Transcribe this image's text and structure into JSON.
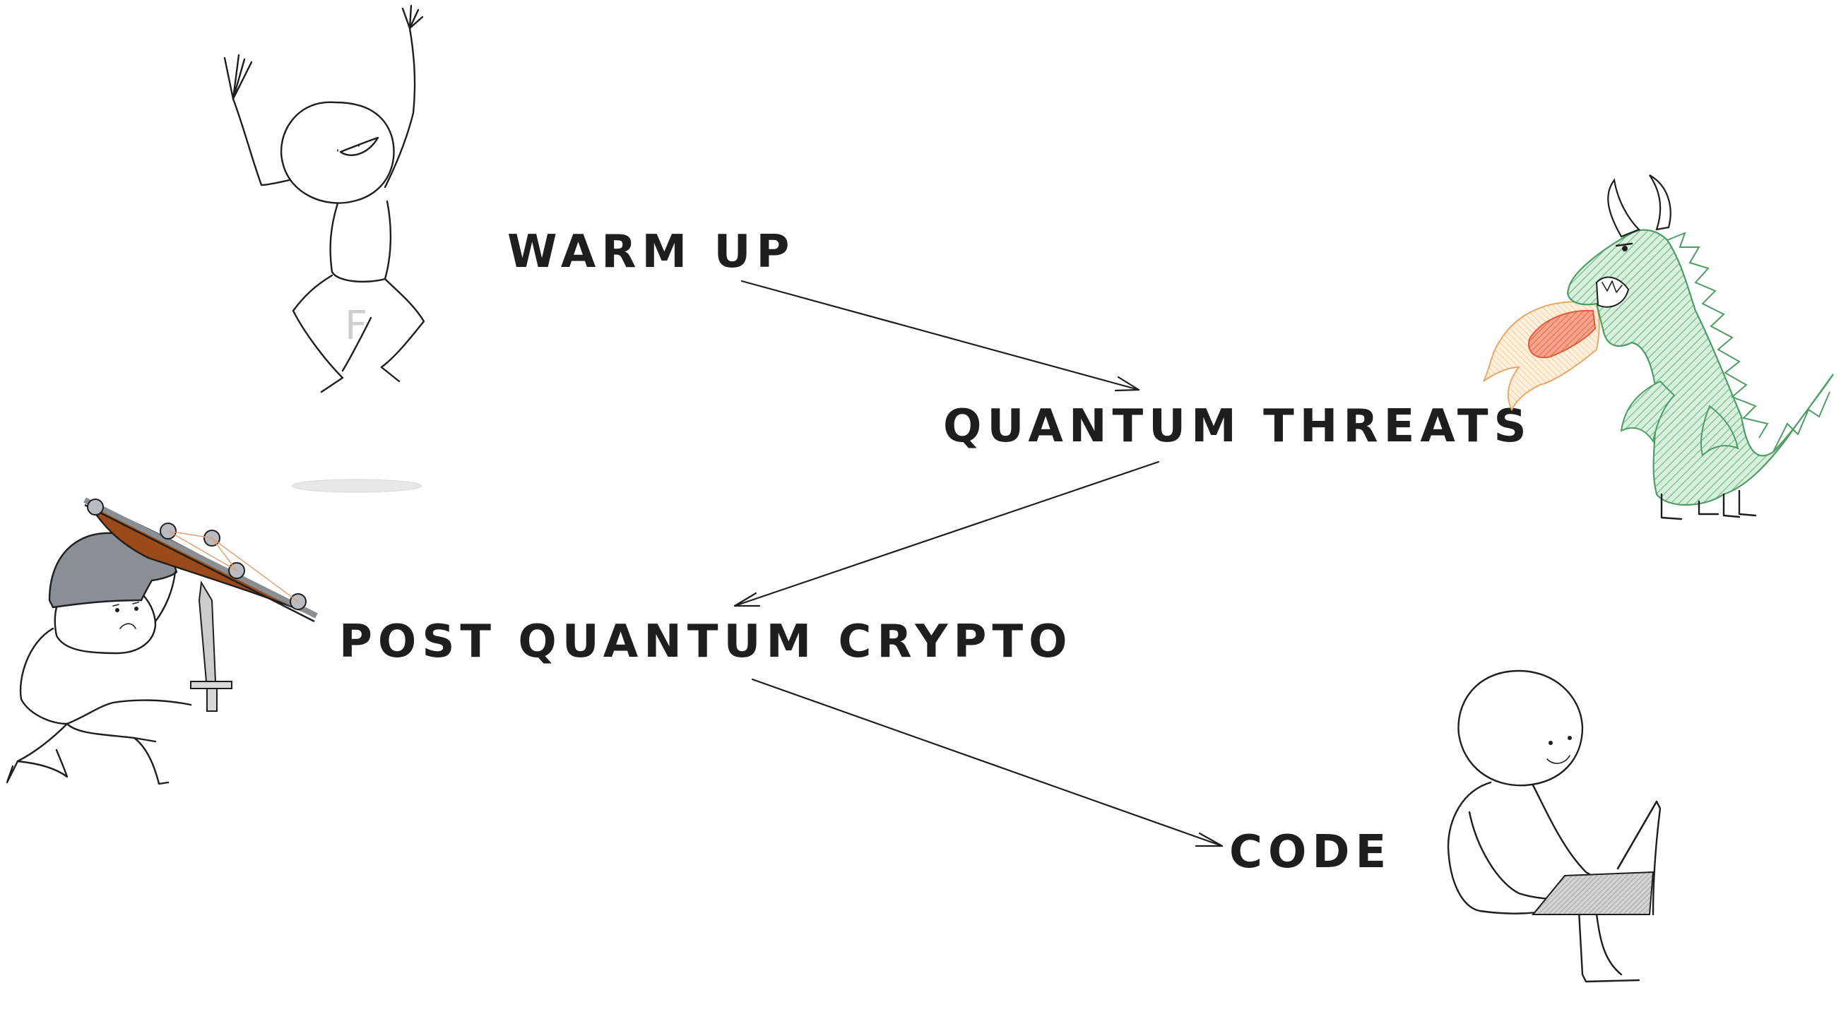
{
  "diagram": {
    "steps": [
      {
        "id": "warm-up",
        "label": "WARM UP"
      },
      {
        "id": "quantum-threats",
        "label": "QUANTUM THREATS"
      },
      {
        "id": "post-quantum-crypto",
        "label": "POST QUANTUM CRYPTO"
      },
      {
        "id": "code",
        "label": "CODE"
      }
    ],
    "figures": [
      {
        "id": "jumping-person",
        "icon": "jumping-stick-figure-icon"
      },
      {
        "id": "dragon",
        "icon": "fire-breathing-dragon-icon"
      },
      {
        "id": "knight",
        "icon": "shielded-knight-icon"
      },
      {
        "id": "coder",
        "icon": "person-with-laptop-icon"
      }
    ],
    "shirt_letter": "F",
    "colors": {
      "ink": "#1e1e1e",
      "dragon": "#7cc48f",
      "dragon_fill": "#d4ecd9",
      "fire": "#f08060",
      "fire_outer": "#fbe3c8",
      "shield": "#9c4a1a",
      "helmet": "#8a8f94",
      "laptop": "#b5b5b5",
      "shadow": "#e6e6e6"
    }
  }
}
